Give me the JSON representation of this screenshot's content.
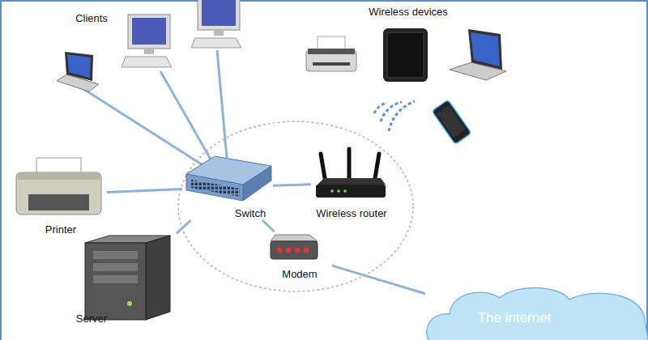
{
  "diagram": {
    "nodes": [
      {
        "text": [
          "Switch"
        ]
      },
      {
        "text": [
          "Wireless router"
        ]
      },
      {
        "text": [
          "Printer"
        ]
      },
      {
        "text": [
          "Modem"
        ]
      },
      {
        "text": [
          "Server"
        ]
      },
      {
        "text": [
          "The internet"
        ]
      }
    ],
    "edges": [
      {
        "from": 2,
        "to": 0,
        "arrow": "none"
      },
      {
        "from": 4,
        "to": 0,
        "arrow": "none"
      },
      {
        "from": 0,
        "to": 1,
        "arrow": "none"
      },
      {
        "from": 0,
        "to": 3,
        "arrow": "none"
      },
      {
        "from": 3,
        "to": 5,
        "arrow": "none"
      }
    ],
    "labels": [
      "Clients",
      "Wireless devices"
    ]
  }
}
